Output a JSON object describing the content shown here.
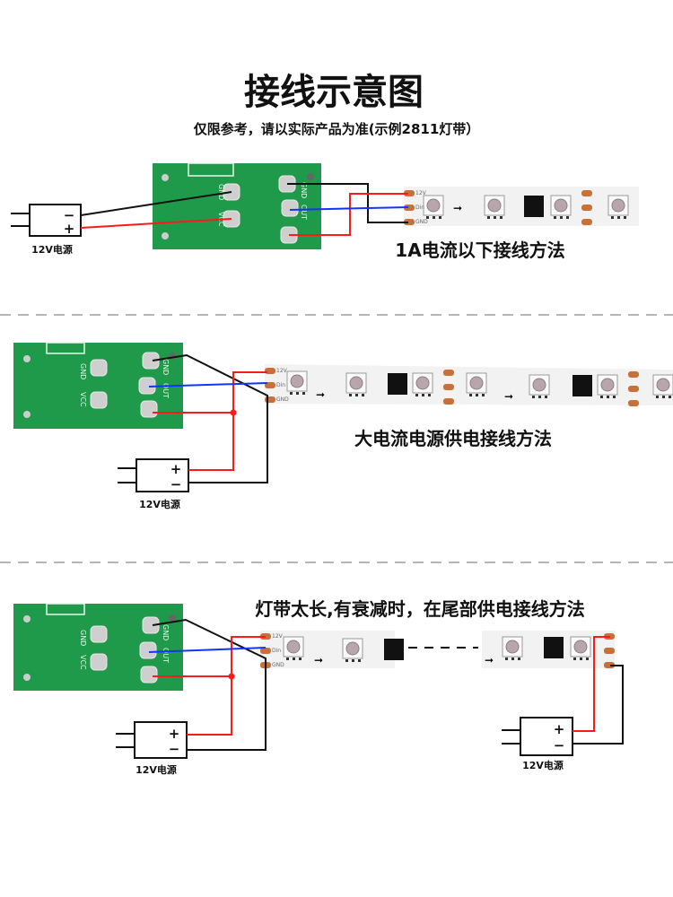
{
  "header": {
    "title": "接线示意图",
    "subtitle": "仅限参考，请以实际产品为准(示例2811灯带）"
  },
  "labels": {
    "psu": "12V电源",
    "plus": "+",
    "minus": "−",
    "pcb_gnd": "GND",
    "pcb_vcc": "VCC",
    "pcb_gnd_out": "GND",
    "pcb_out": "OUT",
    "strip_12v": "12V",
    "strip_din": "Din",
    "strip_gnd": "GND"
  },
  "sections": [
    {
      "caption": "1A电流以下接线方法"
    },
    {
      "caption": "大电流电源供电接线方法"
    },
    {
      "caption": "灯带太长,有衰减时，在尾部供电接线方法"
    }
  ],
  "colors": {
    "pcb": "#1f9a4a",
    "wire_power": "#ff1a1a",
    "wire_ground": "#111111",
    "wire_data": "#1433ff",
    "strip": "#f2f2f2",
    "pad": "#c8703a",
    "divider": "#b5b5b5"
  }
}
